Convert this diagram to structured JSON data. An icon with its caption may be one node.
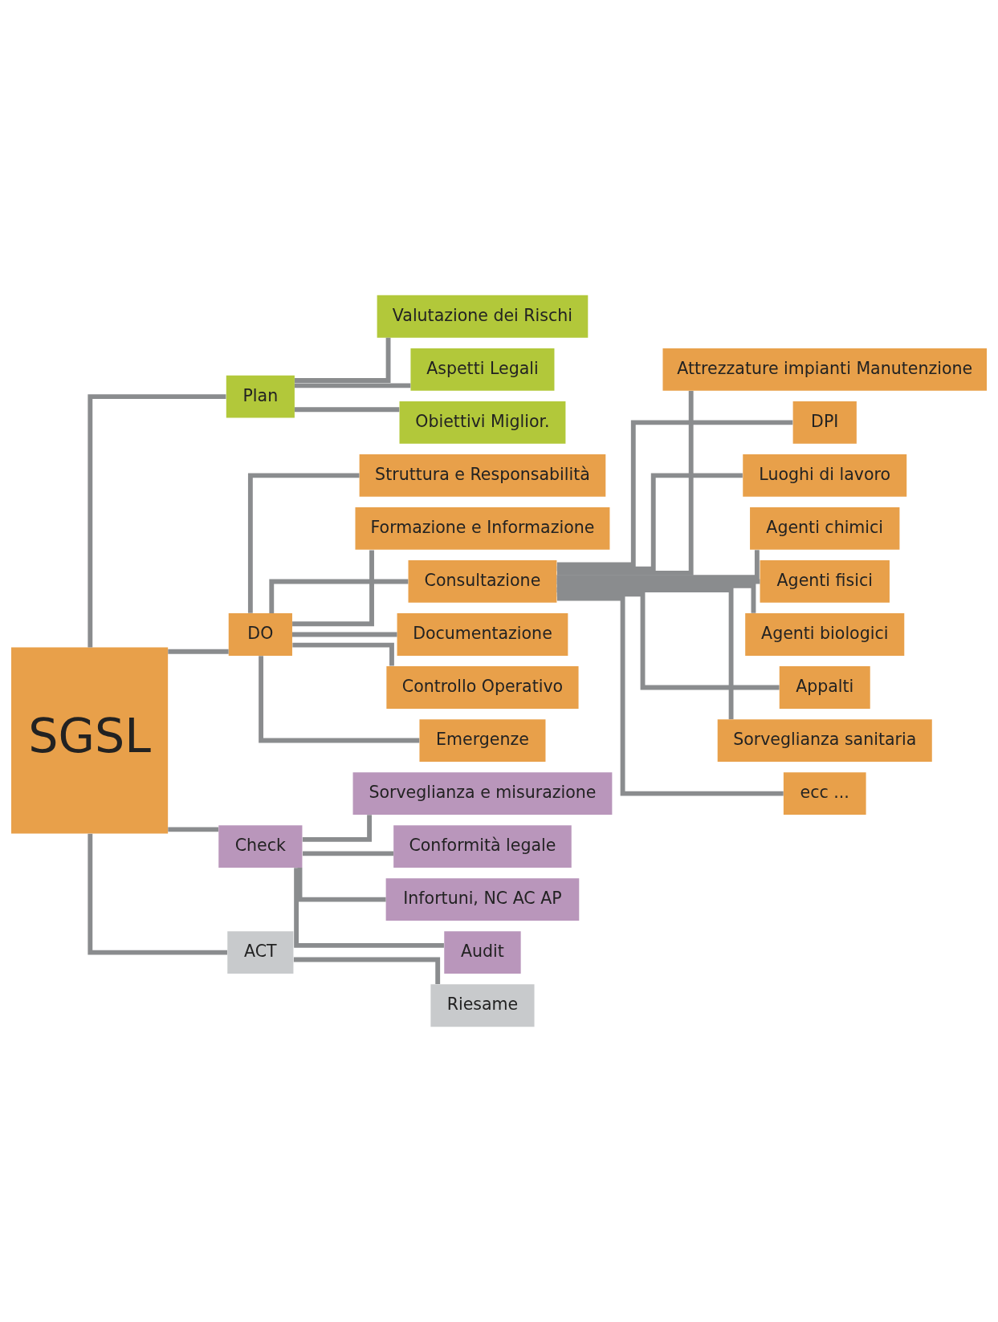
{
  "diagram": {
    "nodes": [
      {
        "text": [
          "SGSL"
        ]
      },
      {
        "text": [
          "Plan"
        ]
      },
      {
        "text": [
          "Valutazione dei Rischi"
        ]
      },
      {
        "text": [
          "Aspetti Legali"
        ]
      },
      {
        "text": [
          "Obiettivi Miglior."
        ]
      },
      {
        "text": [
          "DO"
        ]
      },
      {
        "text": [
          "Struttura e Responsabilità"
        ]
      },
      {
        "text": [
          "Formazione e Informazione"
        ]
      },
      {
        "text": [
          "Consultazione"
        ]
      },
      {
        "text": [
          "Documentazione"
        ]
      },
      {
        "text": [
          "Controllo Operativo"
        ]
      },
      {
        "text": [
          "Emergenze"
        ]
      },
      {
        "text": [
          "Attrezzature impianti Manutenzione"
        ]
      },
      {
        "text": [
          "DPI"
        ]
      },
      {
        "text": [
          "Luoghi di lavoro"
        ]
      },
      {
        "text": [
          "Agenti chimici"
        ]
      },
      {
        "text": [
          "Agenti fisici"
        ]
      },
      {
        "text": [
          "Agenti biologici"
        ]
      },
      {
        "text": [
          "Appalti"
        ]
      },
      {
        "text": [
          "Sorveglianza sanitaria"
        ]
      },
      {
        "text": [
          "ecc ..."
        ]
      },
      {
        "text": [
          "Check"
        ]
      },
      {
        "text": [
          "Sorveglianza e misurazione"
        ]
      },
      {
        "text": [
          "Conformità legale"
        ]
      },
      {
        "text": [
          "Infortuni, NC AC AP"
        ]
      },
      {
        "text": [
          "Audit"
        ]
      },
      {
        "text": [
          "ACT"
        ]
      },
      {
        "text": [
          "Riesame"
        ]
      }
    ],
    "edges": [
      {
        "from": 0,
        "to": 1,
        "arrow": "none"
      },
      {
        "from": 1,
        "to": 2,
        "arrow": "none"
      },
      {
        "from": 1,
        "to": 3,
        "arrow": "none"
      },
      {
        "from": 1,
        "to": 4,
        "arrow": "none"
      },
      {
        "from": 0,
        "to": 5,
        "arrow": "none"
      },
      {
        "from": 5,
        "to": 6,
        "arrow": "none"
      },
      {
        "from": 5,
        "to": 7,
        "arrow": "none"
      },
      {
        "from": 5,
        "to": 8,
        "arrow": "none"
      },
      {
        "from": 5,
        "to": 9,
        "arrow": "none"
      },
      {
        "from": 5,
        "to": 10,
        "arrow": "none"
      },
      {
        "from": 5,
        "to": 11,
        "arrow": "none"
      },
      {
        "from": 8,
        "to": 12,
        "arrow": "none"
      },
      {
        "from": 8,
        "to": 13,
        "arrow": "none"
      },
      {
        "from": 8,
        "to": 14,
        "arrow": "none"
      },
      {
        "from": 8,
        "to": 15,
        "arrow": "none"
      },
      {
        "from": 8,
        "to": 16,
        "arrow": "none"
      },
      {
        "from": 8,
        "to": 17,
        "arrow": "none"
      },
      {
        "from": 8,
        "to": 18,
        "arrow": "none"
      },
      {
        "from": 8,
        "to": 19,
        "arrow": "none"
      },
      {
        "from": 8,
        "to": 20,
        "arrow": "none"
      },
      {
        "from": 0,
        "to": 21,
        "arrow": "none"
      },
      {
        "from": 21,
        "to": 22,
        "arrow": "none"
      },
      {
        "from": 21,
        "to": 23,
        "arrow": "none"
      },
      {
        "from": 21,
        "to": 24,
        "arrow": "none"
      },
      {
        "from": 21,
        "to": 25,
        "arrow": "none"
      },
      {
        "from": 0,
        "to": 26,
        "arrow": "none"
      },
      {
        "from": 26,
        "to": 27,
        "arrow": "none"
      }
    ]
  }
}
